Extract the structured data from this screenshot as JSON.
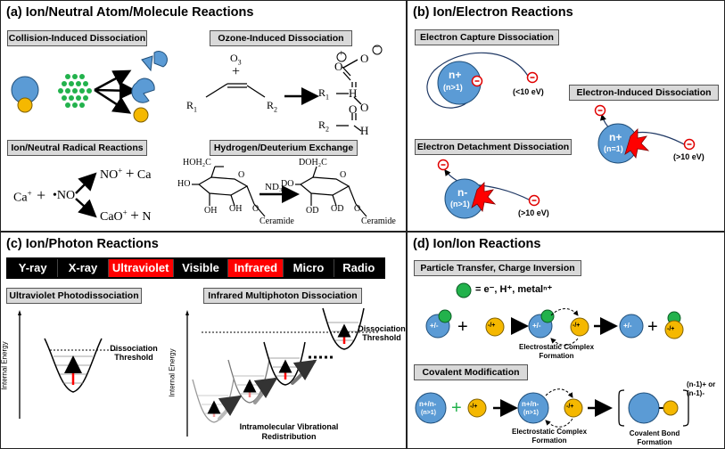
{
  "panel_a": {
    "title": "(a) Ion/Neutral Atom/Molecule Reactions",
    "cid_label": "Collision-Induced Dissociation",
    "ozid_label": "Ozone-Induced Dissociation",
    "ozone": "O",
    "ozone_sub": "3",
    "r1": "R",
    "r1_sub": "1",
    "r2": "R",
    "r2_sub": "2",
    "oxygen": "O",
    "hydrogen": "H",
    "plus_sign": "+",
    "minus_sign": "−",
    "irr_label": "Ion/Neutral Radical Reactions",
    "hdx_label": "Hydrogen/Deuterium Exchange",
    "ca_plus": "Ca",
    "plus": "+",
    "no_radical": "•NO",
    "no_plus_ca": "NO",
    "ca": "Ca",
    "cao_plus_n": "CaO",
    "n": "N",
    "hoh2c": "HOH₂C",
    "doh2c": "DOH₂C",
    "ho": "HO",
    "do": "DO",
    "oh": "OH",
    "od": "OD",
    "o": "O",
    "nd3": "ND₃",
    "ceramide": "Ceramide"
  },
  "panel_b": {
    "title": "(b) Ion/Electron Reactions",
    "ecd_label": "Electron Capture Dissociation",
    "eid_label": "Electron-Induced Dissociation",
    "edd_label": "Electron Detachment Dissociation",
    "ecd_ion": "n+",
    "ecd_ion_sub": "(n>1)",
    "ecd_energy": "(<10 eV)",
    "eid_ion": "n+",
    "eid_ion_sub": "(n=1)",
    "eid_energy": "(>10 eV)",
    "edd_ion": "n-",
    "edd_ion_sub": "(n>1)",
    "edd_energy": "(>10 eV)",
    "electron": "−"
  },
  "panel_c": {
    "title": "(c) Ion/Photon Reactions",
    "spectrum": [
      "Y-ray",
      "X-ray",
      "Ultraviolet",
      "Visible",
      "Infrared",
      "Micro",
      "Radio"
    ],
    "highlight": [
      "Ultraviolet",
      "Infrared"
    ],
    "uvpd_label": "Ultraviolet Photodissociation",
    "irmpd_label": "Infrared Multiphoton Dissociation",
    "y_axis": "Internal Energy",
    "threshold": "Dissociation Threshold",
    "ivr": "Intramolecular Vibrational Redistribution"
  },
  "panel_d": {
    "title": "(d) Ion/Ion Reactions",
    "pt_label": "Particle Transfer, Charge Inversion",
    "legend": "= e⁻, H⁺, metalⁿ⁺",
    "pm": "+/-",
    "mp": "-/+",
    "plus": "+",
    "complex": "Electrostatic Complex Formation",
    "cm_label": "Covalent Modification",
    "npm": "n+/n-",
    "npm_sub": "(n>1)",
    "covalent": "Covalent Bond Formation",
    "product_charge": "(n-1)+ or (n-1)-"
  },
  "colors": {
    "blue": "#5b9bd5",
    "yellow": "#f5b800",
    "green": "#22b24c",
    "red": "#ff0000",
    "gray_label": "#d9d9d9"
  }
}
